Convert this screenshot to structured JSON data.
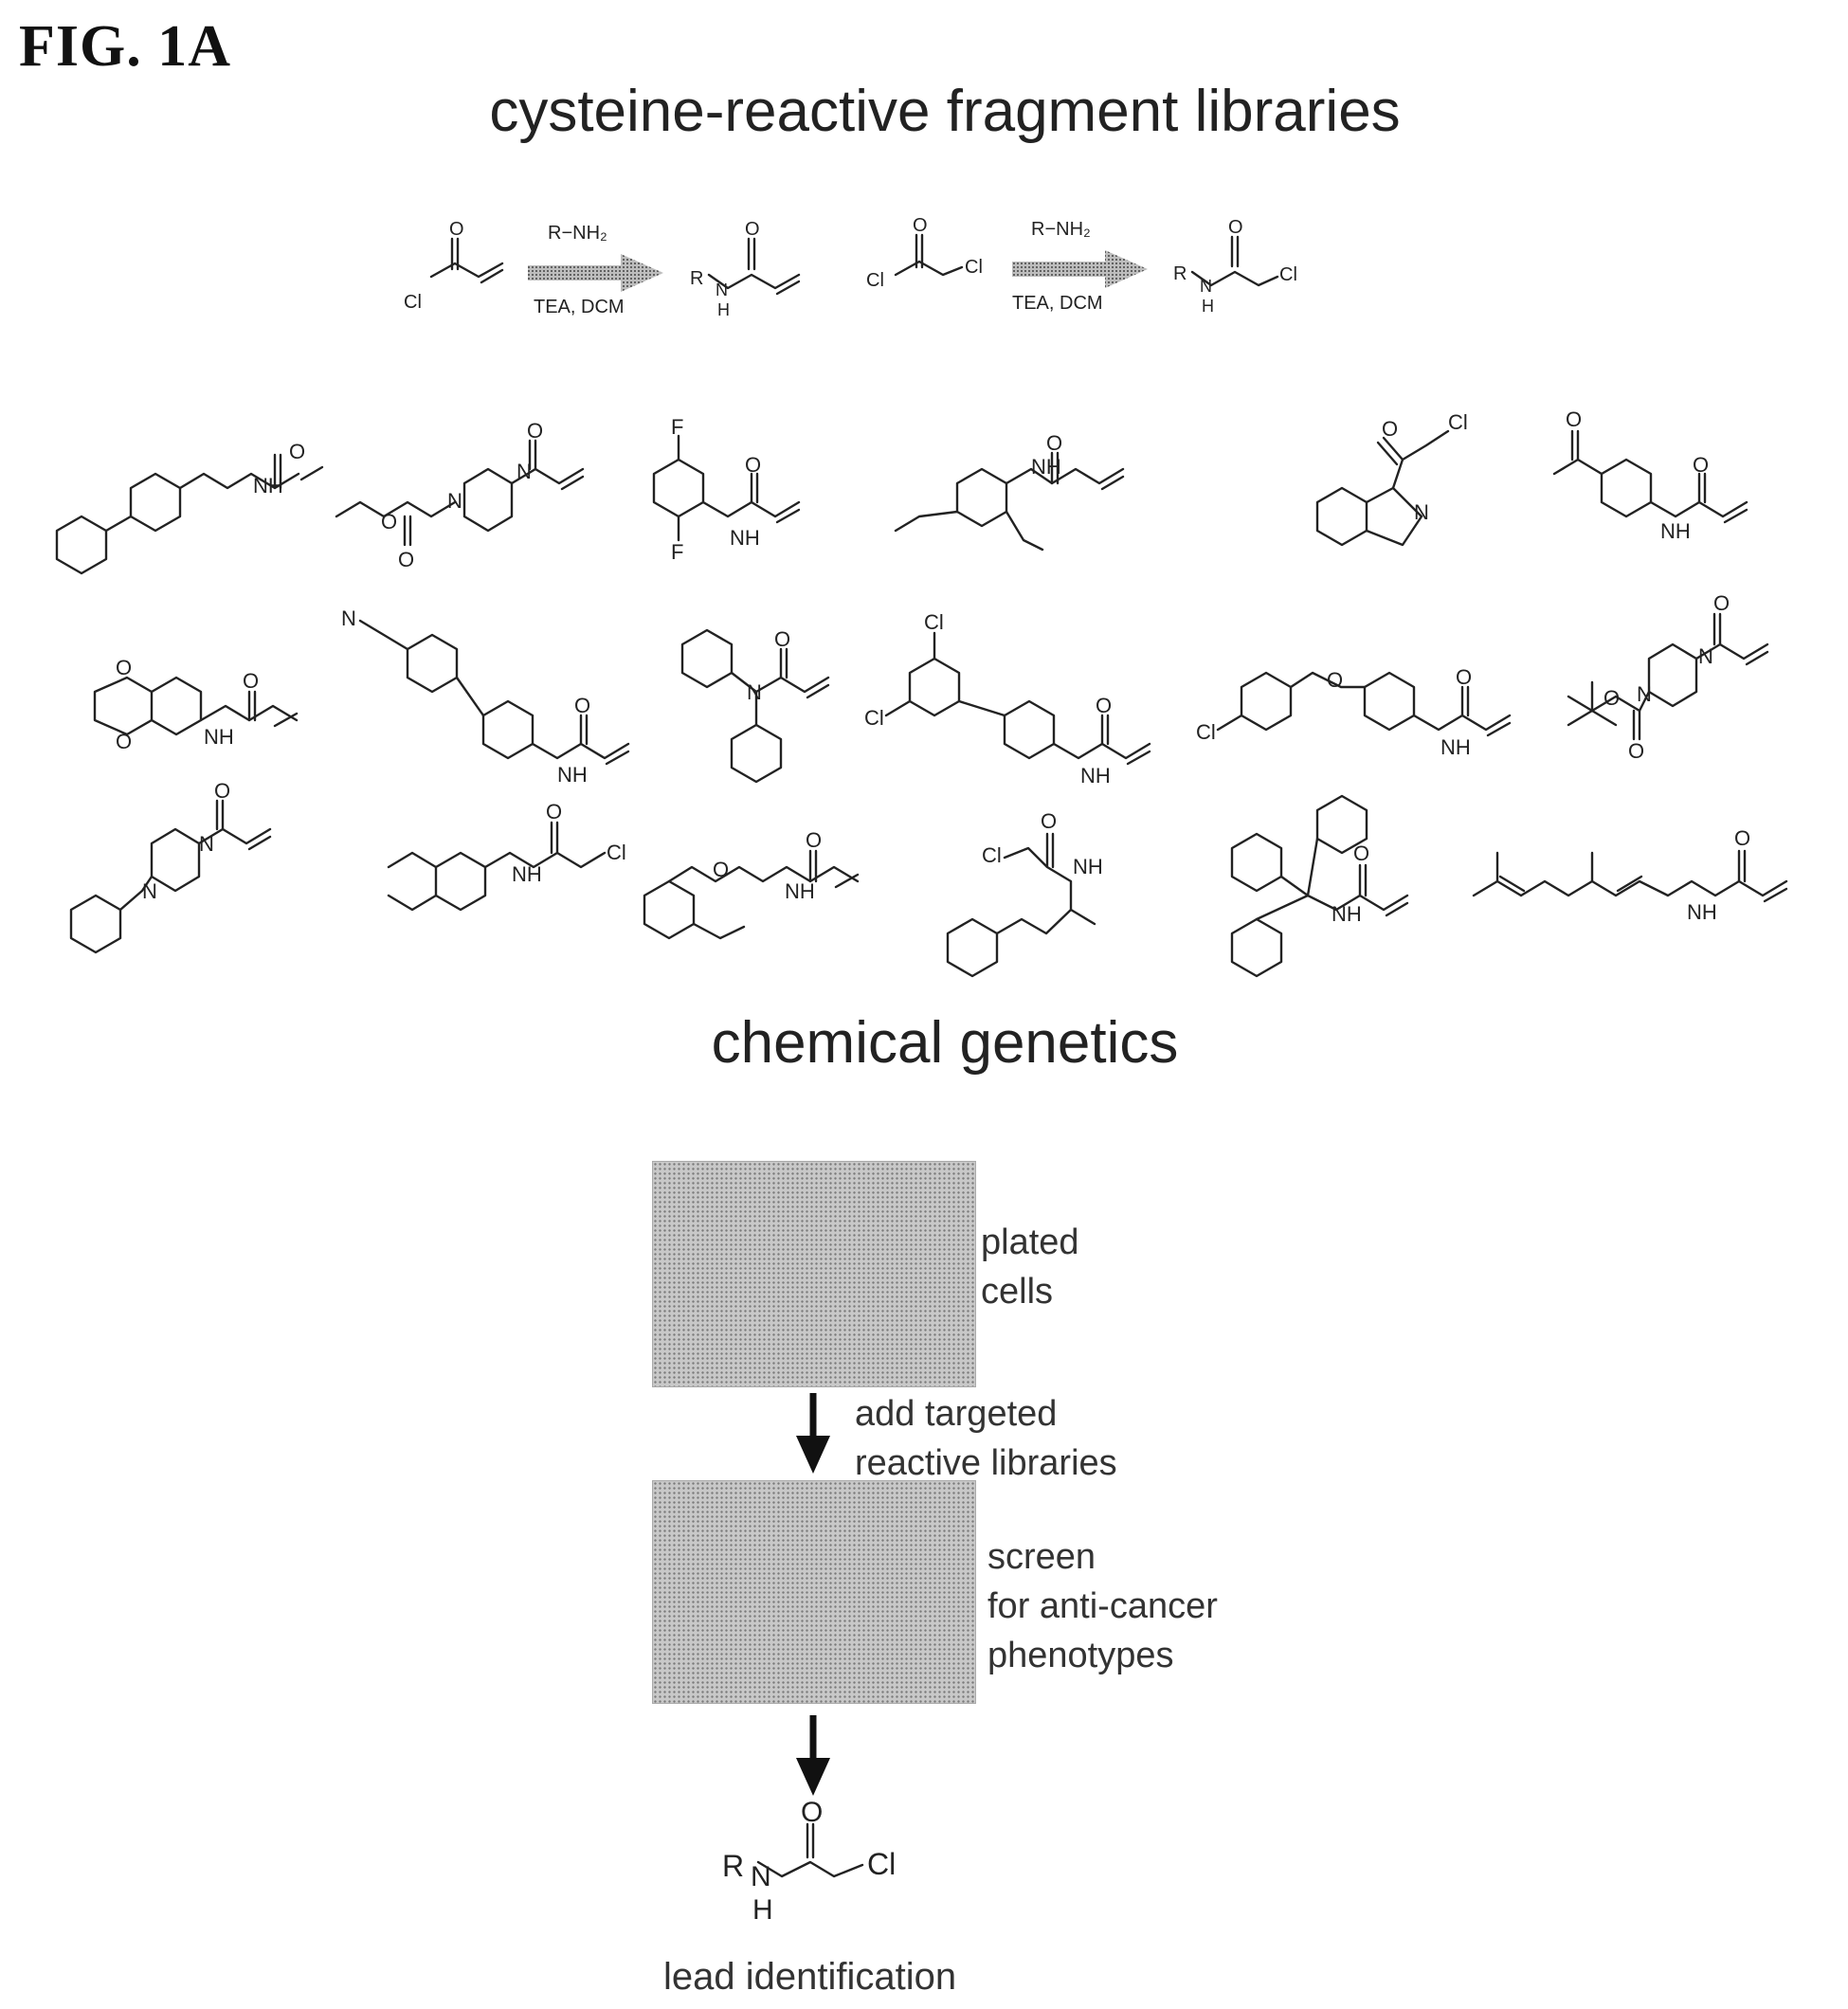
{
  "figure": {
    "label": "FIG. 1A",
    "title_libraries": "cysteine-reactive fragment libraries",
    "title_genetics": "chemical genetics"
  },
  "reactions": [
    {
      "reagent": "R−NH₂",
      "conditions": "TEA, DCM",
      "start_atom": "Cl",
      "start_o": "O",
      "product_r": "R",
      "product_n": "N",
      "product_h": "H",
      "product_o": "O"
    },
    {
      "reagent": "R−NH₂",
      "conditions": "TEA, DCM",
      "start_atom": "Cl",
      "start_cl2": "Cl",
      "start_o": "O",
      "product_r": "R",
      "product_n": "N",
      "product_h": "H",
      "product_o": "O",
      "product_cl": "Cl"
    }
  ],
  "atoms": {
    "F": "F",
    "O": "O",
    "N": "N",
    "H": "H",
    "NH": "NH",
    "Cl": "Cl",
    "R": "R"
  },
  "workflow": {
    "plate1_label_1": "plated",
    "plate1_label_2": "cells",
    "step_label_1": "add targeted",
    "step_label_2": "reactive libraries",
    "plate2_label_1": "screen",
    "plate2_label_2": "for anti-cancer",
    "plate2_label_3": "phenotypes",
    "lead_label": "lead identification",
    "lead_r": "R",
    "lead_n": "N",
    "lead_h": "H",
    "lead_o": "O",
    "lead_cl": "Cl"
  }
}
